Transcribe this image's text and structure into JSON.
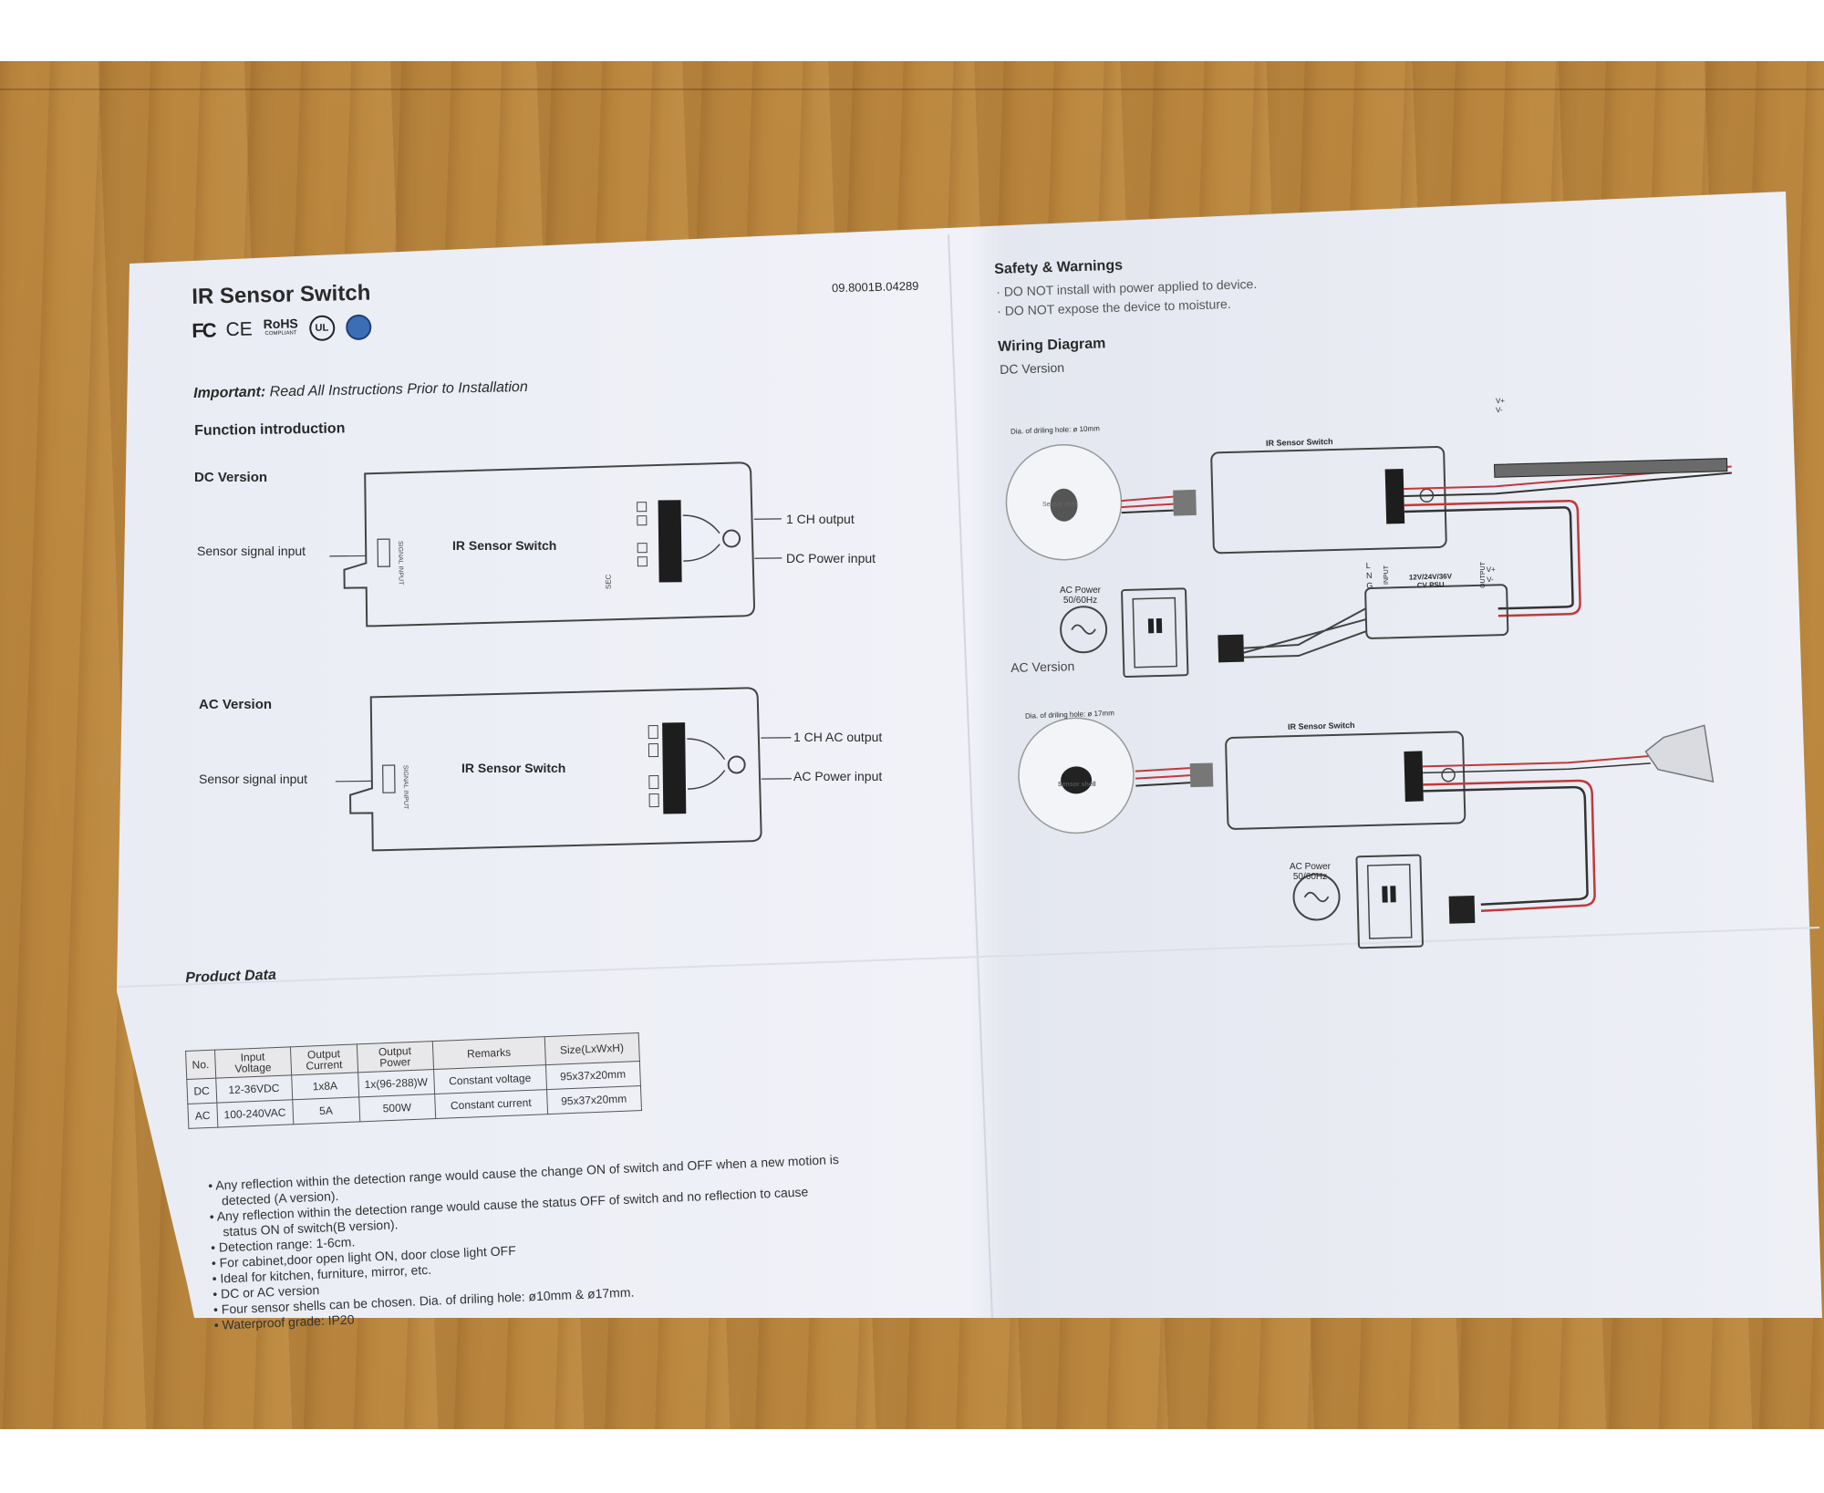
{
  "doc_code": "09.8001B.04289",
  "title": "IR Sensor Switch",
  "certifications": {
    "fc": "FC",
    "ce": "CE",
    "rohs": "RoHS",
    "rohs_sub": "COMPLIANT",
    "ul": "UL"
  },
  "important": {
    "lead": "Important:",
    "text": "Read All Instructions Prior to Installation"
  },
  "function_intro": "Function introduction",
  "dc": {
    "label": "DC Version",
    "sensor_input": "Sensor signal input",
    "device_name": "IR Sensor Switch",
    "out_label": "1 CH output",
    "power_label": "DC Power input",
    "signal_text": "SIGNAL INPUT",
    "sec_text": "SEC"
  },
  "ac": {
    "label": "AC Version",
    "sensor_input": "Sensor signal input",
    "device_name": "IR Sensor Switch",
    "out_label": "1 CH AC output",
    "power_label": "AC Power input",
    "signal_text": "SIGNAL INPUT"
  },
  "product_data": {
    "heading": "Product Data",
    "headers": [
      "No.",
      "Input Voltage",
      "Output Current",
      "Output Power",
      "Remarks",
      "Size(LxWxH)"
    ],
    "rows": [
      [
        "DC",
        "12-36VDC",
        "1x8A",
        "1x(96-288)W",
        "Constant voltage",
        "95x37x20mm"
      ],
      [
        "AC",
        "100-240VAC",
        "5A",
        "500W",
        "Constant current",
        "95x37x20mm"
      ]
    ]
  },
  "notes": [
    "• Any reflection within the detection range would cause the change ON of switch and OFF when a new motion is",
    "detected (A version).",
    "• Any reflection within the detection range would cause the status OFF of switch and no reflection to cause",
    "status ON of switch(B version).",
    "• Detection range: 1-6cm.",
    "• For cabinet,door open light ON, door close light OFF",
    "• Ideal for kitchen, furniture, mirror, etc.",
    "• DC or AC version",
    "• Four sensor shells can be chosen. Dia. of driling hole: ø10mm & ø17mm.",
    "• Waterproof grade: IP20"
  ],
  "safety": {
    "heading": "Safety & Warnings",
    "items": [
      "· DO NOT install with power applied to device.",
      "· DO NOT expose the device to moisture."
    ]
  },
  "wiring": {
    "heading": "Wiring Diagram",
    "dc_label": "DC Version",
    "ac_label": "AC Version",
    "dc_hole": "Dia. of driling hole: ø 10mm",
    "ac_hole": "Dia. of driling hole: ø 17mm",
    "sensor_shell": "Sensor shell",
    "device_name": "IR Sensor Switch",
    "ac_power": "AC Power",
    "ac_freq": "50/60Hz",
    "psu_line1": "12V/24V/36V",
    "psu_line2": "CV PSU",
    "psu_input": "INPUT",
    "psu_output": "OUTPUT",
    "vplus": "V+",
    "vminus": "V-",
    "psu_l": "L",
    "psu_n": "N",
    "psu_g": "G"
  },
  "colors": {
    "paper": "#eef0f6",
    "wood": "#b9853d",
    "wire_red": "#c0393b",
    "ink": "#2a2a2a"
  }
}
